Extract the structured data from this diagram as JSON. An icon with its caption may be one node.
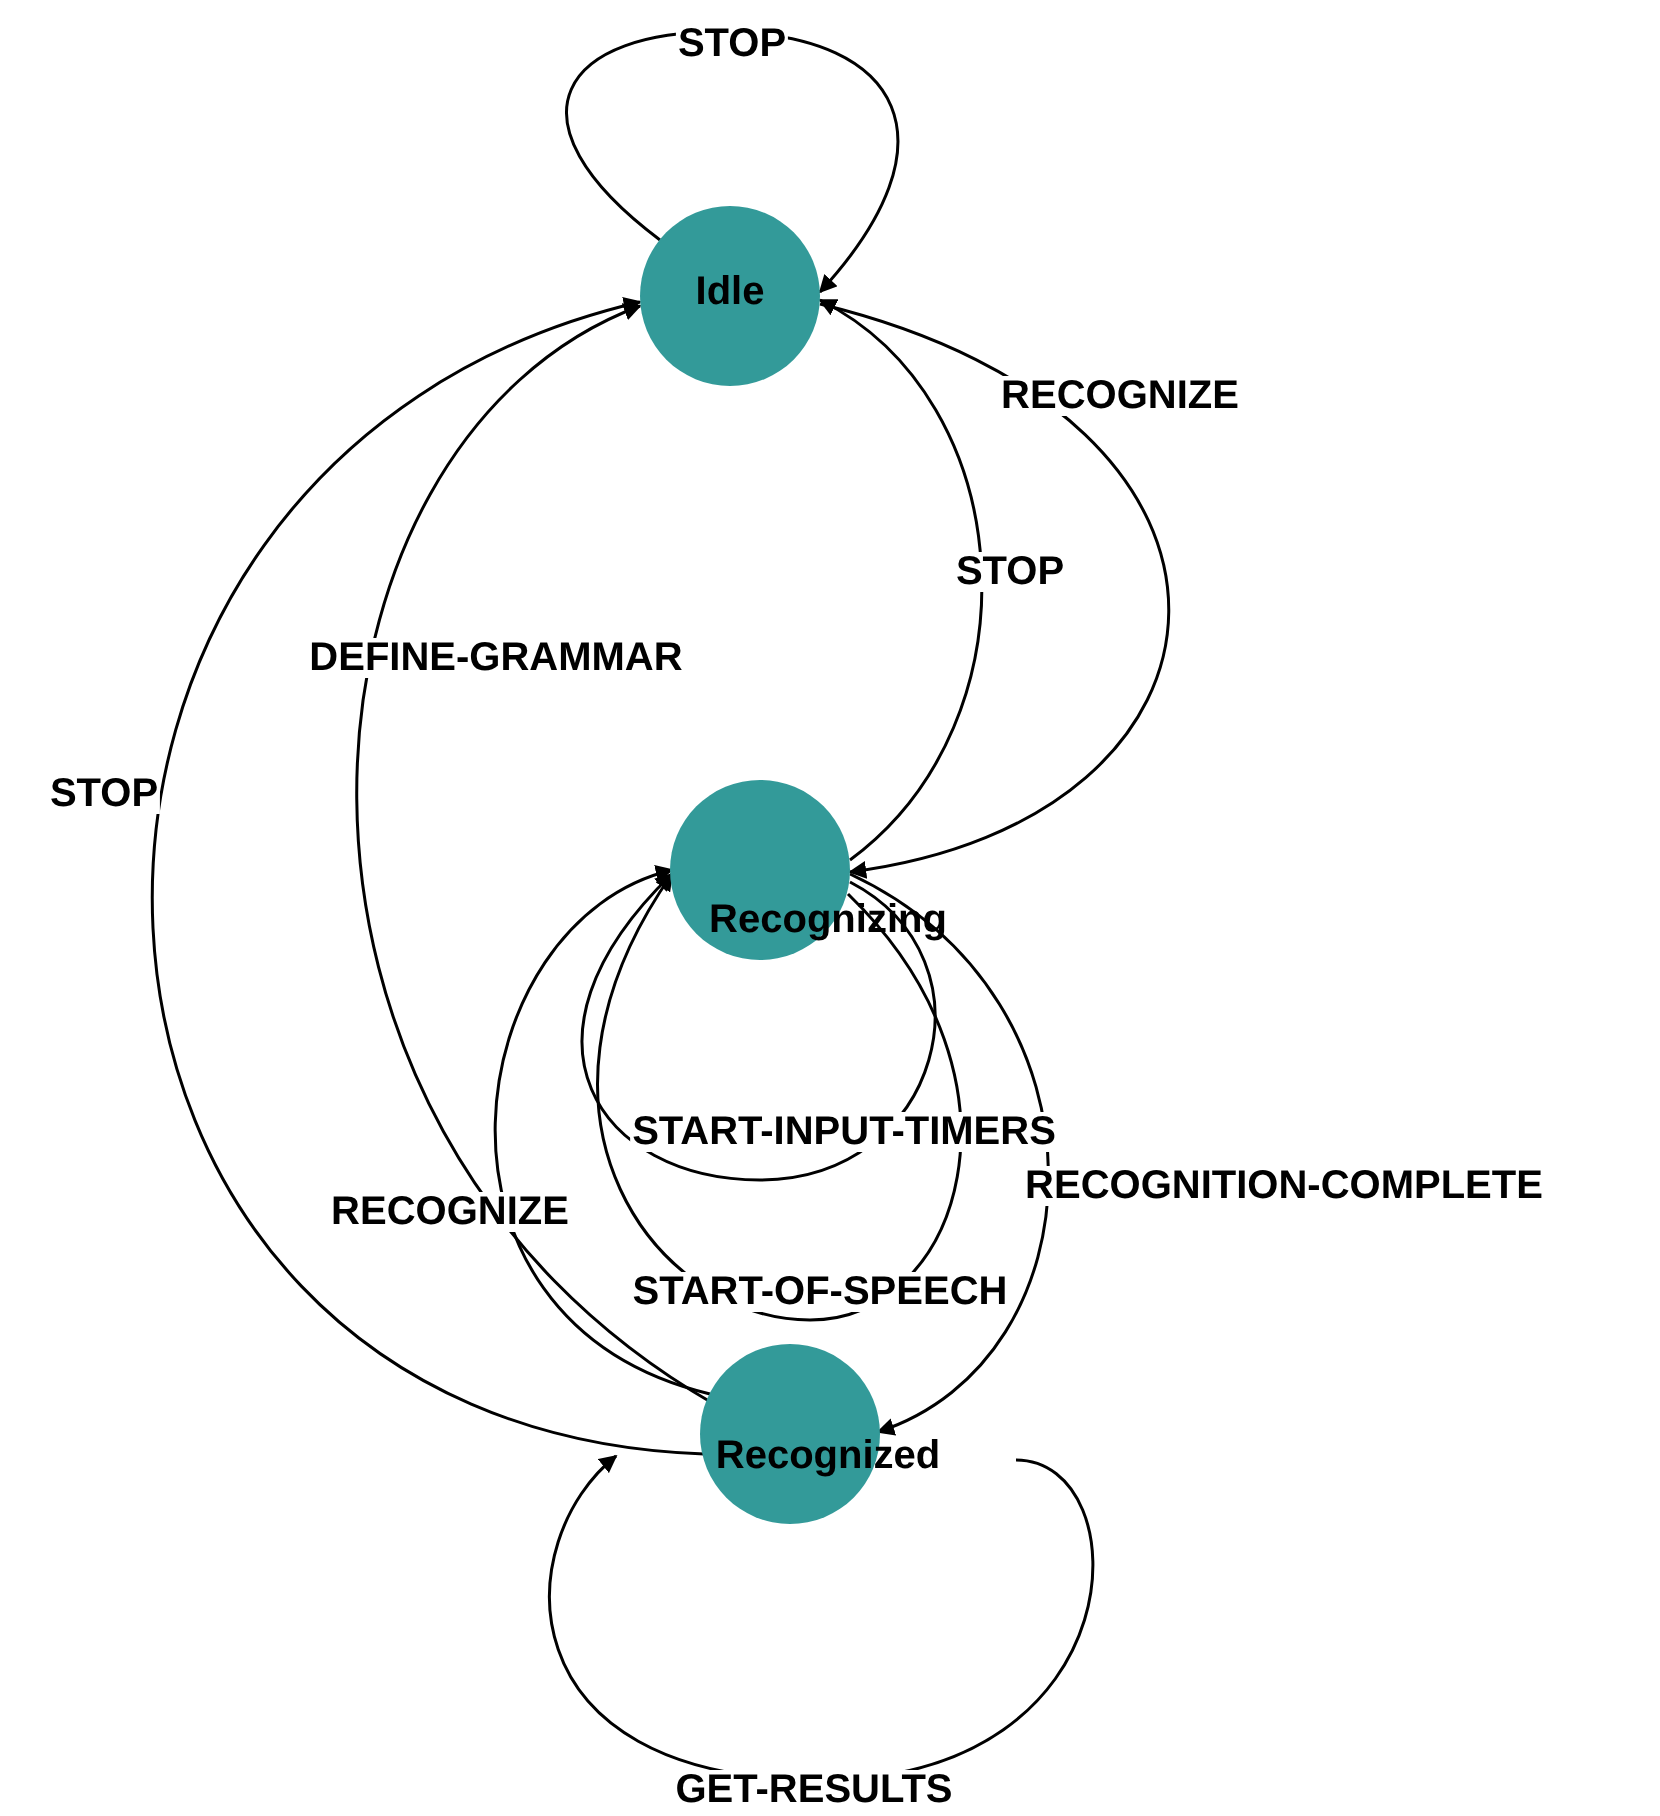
{
  "diagram": {
    "nodes": [
      {
        "text": [
          "Idle"
        ]
      },
      {
        "text": [
          "Recognizing"
        ]
      },
      {
        "text": [
          "Recognized"
        ]
      }
    ],
    "edges": [
      {
        "from": 0,
        "to": 0,
        "label": "STOP",
        "arrow": "to"
      },
      {
        "from": 2,
        "to": 0,
        "label": "STOP",
        "arrow": "to"
      },
      {
        "from": 2,
        "to": 0,
        "label": "DEFINE-GRAMMAR",
        "arrow": "to"
      },
      {
        "from": 1,
        "to": 0,
        "label": "STOP",
        "arrow": "to"
      },
      {
        "from": 0,
        "to": 1,
        "label": "RECOGNIZE",
        "arrow": "to"
      },
      {
        "from": 1,
        "to": 1,
        "label": "START-INPUT-TIMERS",
        "arrow": "to"
      },
      {
        "from": 1,
        "to": 1,
        "label": "START-OF-SPEECH",
        "arrow": "to"
      },
      {
        "from": 2,
        "to": 1,
        "label": "RECOGNIZE",
        "arrow": "to"
      },
      {
        "from": 1,
        "to": 2,
        "label": "RECOGNITION-COMPLETE",
        "arrow": "to"
      },
      {
        "from": 2,
        "to": 2,
        "label": "GET-RESULTS",
        "arrow": "to"
      }
    ]
  }
}
